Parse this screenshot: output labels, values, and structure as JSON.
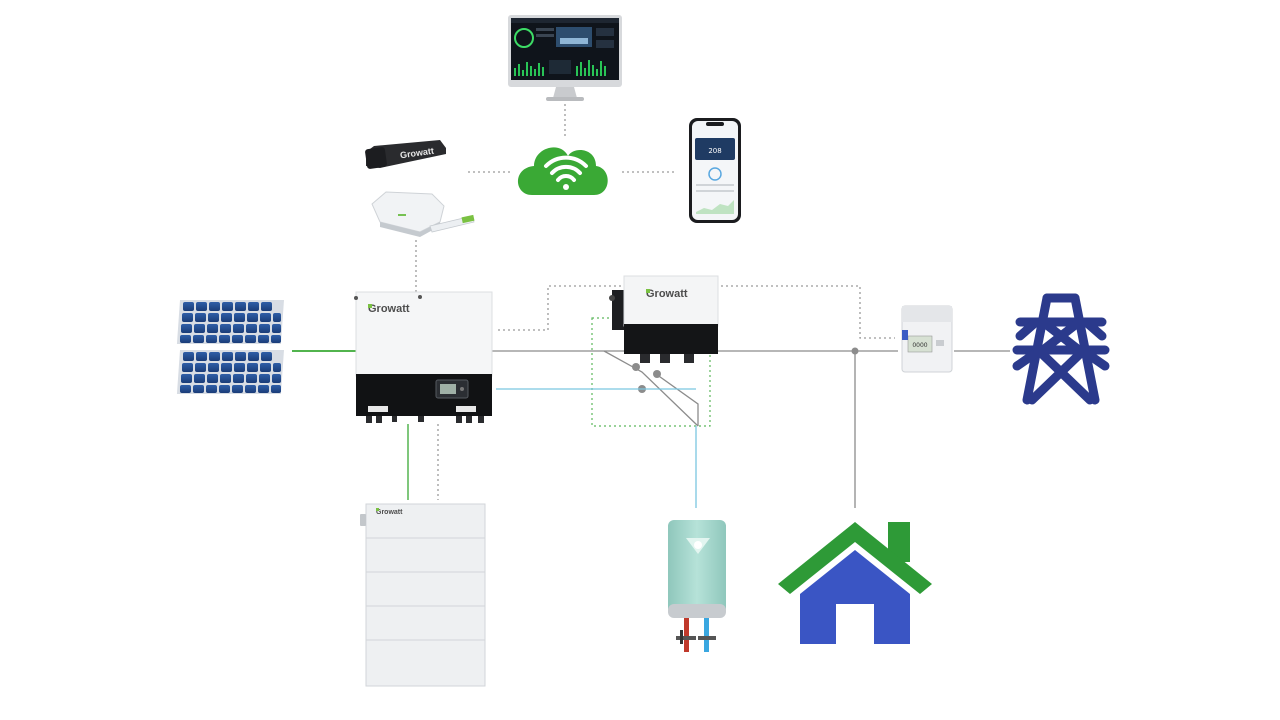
{
  "devices": {
    "inverter": {
      "brand": "Growatt"
    },
    "switch_box": {
      "brand": "Growatt"
    },
    "battery": {
      "brand": "Growatt"
    },
    "wifi_stick": {
      "brand": "Growatt"
    },
    "phone": {
      "display_value": "208"
    },
    "meter": {
      "display_value": "0000"
    }
  },
  "colors": {
    "cloud": "#3aa935",
    "grid_tower": "#2b3a8c",
    "house_roof": "#2e9a37",
    "house_body": "#3a55c4",
    "growatt_green": "#7ac142",
    "heater_body": "#a6d6cc",
    "ac_line": "#8c8c8c",
    "dc_line": "#7bc6e0",
    "comm_line": "#9a9a9a"
  },
  "icons": [
    "monitor-icon",
    "cloud-wifi-icon",
    "smartphone-icon",
    "wifi-stick-icon",
    "solar-panel-icon",
    "inverter-icon",
    "battery-icon",
    "switch-box-icon",
    "energy-meter-icon",
    "power-tower-icon",
    "water-heater-icon",
    "house-icon"
  ]
}
